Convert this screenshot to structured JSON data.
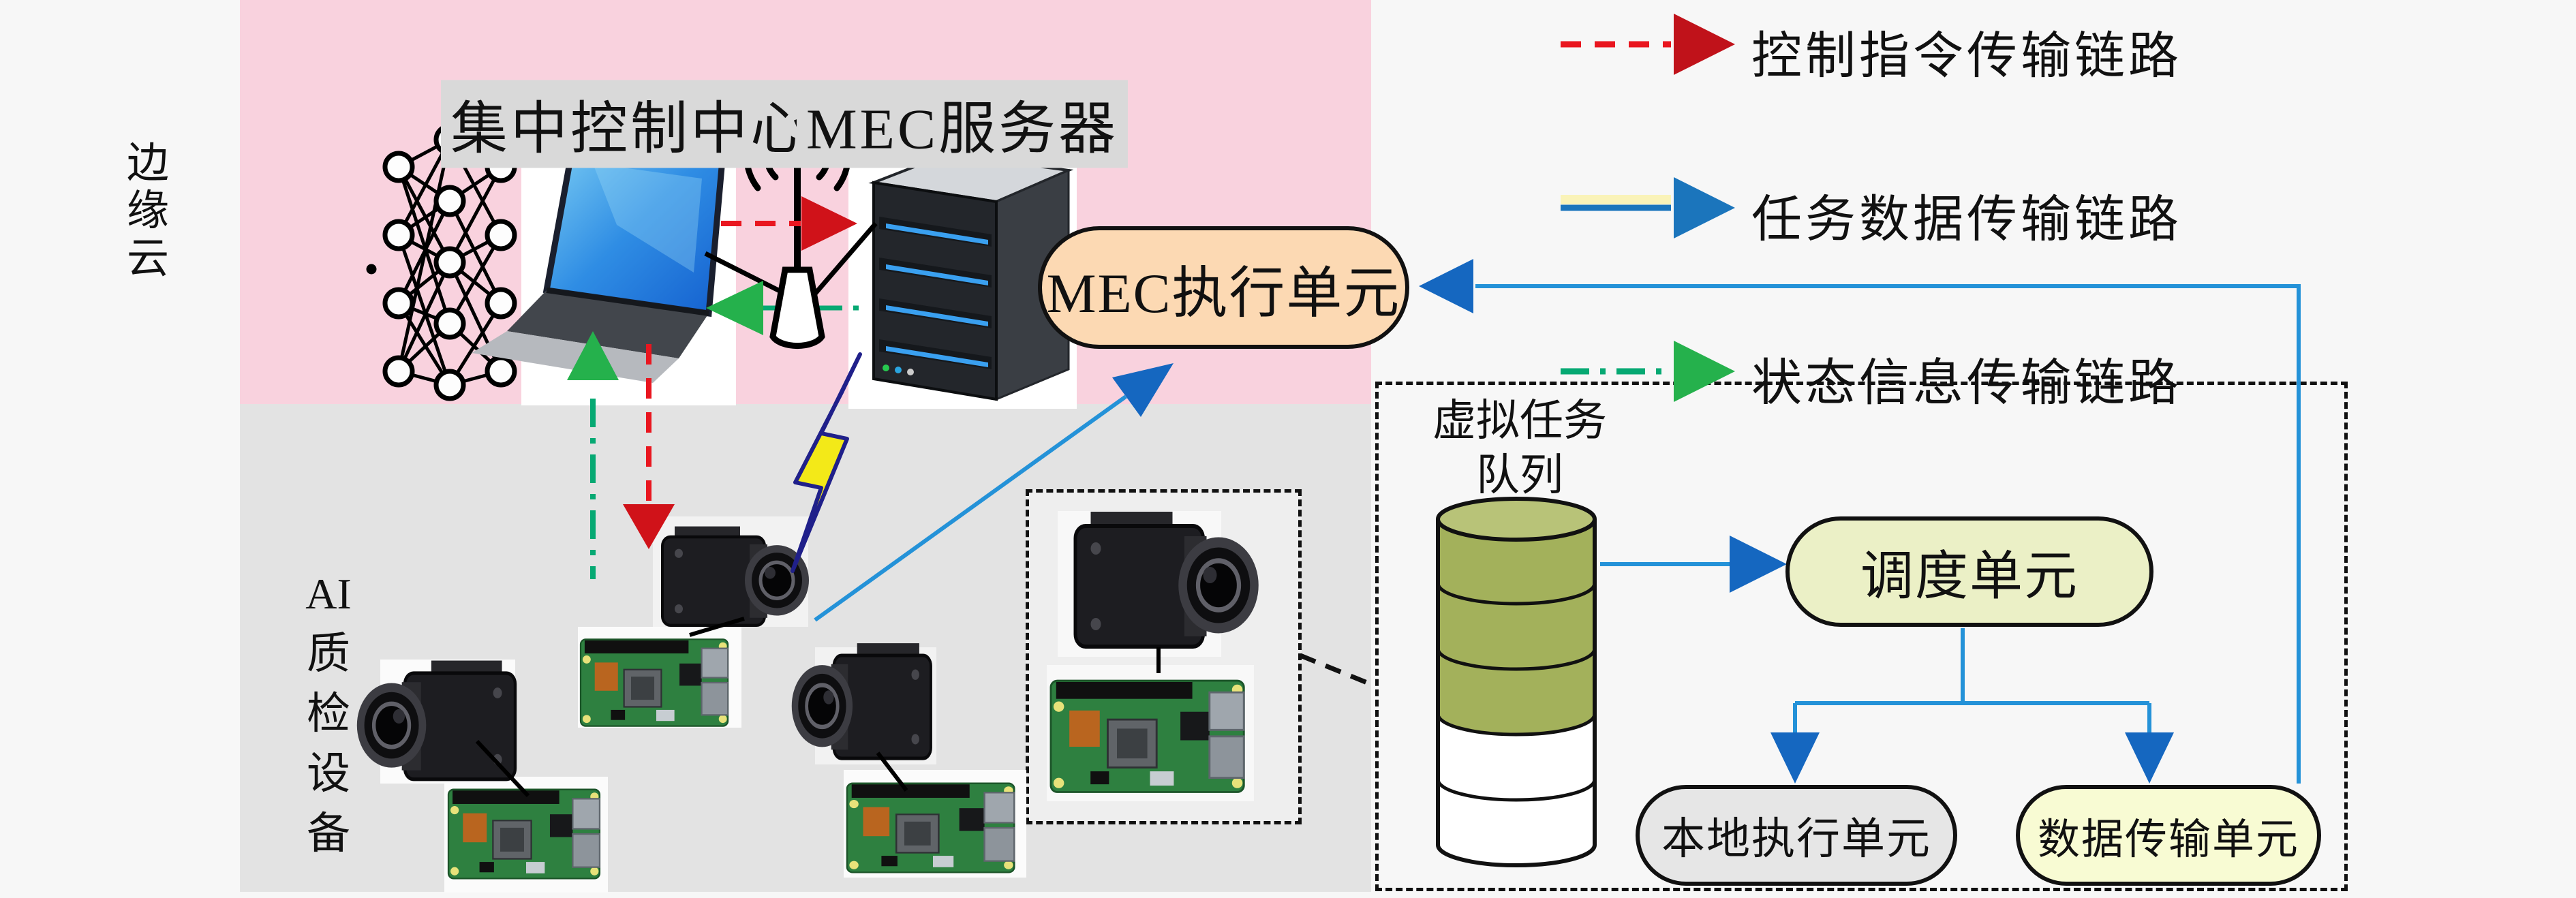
{
  "legend": {
    "items": [
      {
        "label": "控制指令传输链路",
        "style": "dashed",
        "color": "#e9161f"
      },
      {
        "label": "任务数据传输链路",
        "style": "solid",
        "color": "#1b75bc"
      },
      {
        "label": "状态信息传输链路",
        "style": "dash-dot",
        "color": "#25b14c"
      }
    ]
  },
  "edge_cloud": {
    "label": "边缘云",
    "label_chars": [
      "边",
      "缘",
      "云"
    ],
    "control_center": "集中控制中心",
    "mec_server": "MEC服务器"
  },
  "device_area": {
    "label": "AI质检设备",
    "lines": [
      "AI",
      "质",
      "检",
      "设",
      "备"
    ]
  },
  "nodes": {
    "mec_exec": "MEC执行单元",
    "queue_line1": "虚拟任务",
    "queue_line2": "队列",
    "scheduler": "调度单元",
    "local_exec": "本地执行单元",
    "data_transfer": "数据传输单元"
  },
  "colors": {
    "pink_region": "#f9d2de",
    "gray_region": "#e3e3e3",
    "page_background": "#f7f7f7",
    "mec_exec_fill": "#fcd9b3",
    "scheduler_fill": "#ebf0c6",
    "local_exec_fill": "#e6e6e6",
    "data_transfer_fill": "#f8fbd3",
    "queue_cylinder_fill": "#a3b15b",
    "task_link_blue": "#2492d8",
    "control_link_red": "#e9161f",
    "status_link_green": "#06a973"
  }
}
